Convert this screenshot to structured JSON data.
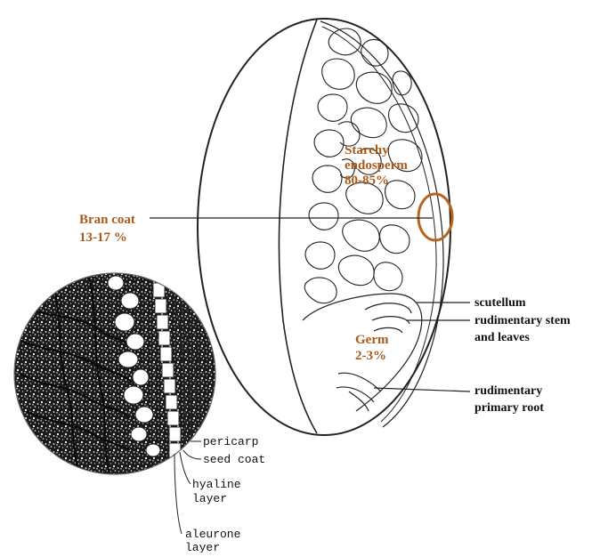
{
  "labels": {
    "starchy_endosperm": [
      "Starchy",
      "endosperm",
      "80-85%"
    ],
    "bran_coat": [
      "Bran coat",
      "13-17 %"
    ],
    "germ": [
      "Germ",
      "2-3%"
    ],
    "scutellum": "scutellum",
    "rudimentary_stem": [
      "rudimentary stem",
      "and leaves"
    ],
    "rudimentary_root": [
      "rudimentary",
      "primary root"
    ],
    "pericarp": "pericarp",
    "seed_coat": "seed coat",
    "hyaline_layer": [
      "hyaline",
      "layer"
    ],
    "aleurone_layer": [
      "aleurone",
      "layer"
    ]
  },
  "colors": {
    "accent_label": "#a85a1c",
    "highlight_ring": "#b5651d",
    "line": "#222222"
  }
}
